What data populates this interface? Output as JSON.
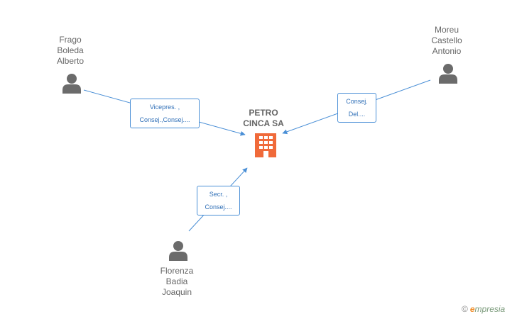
{
  "company": {
    "name_line1": "PETRO",
    "name_line2": "CINCA SA",
    "icon": "building-icon",
    "color": "#f06a3a"
  },
  "people": [
    {
      "id": "frago",
      "name_lines": [
        "Frago",
        "Boleda",
        "Alberto"
      ],
      "icon": "person-icon"
    },
    {
      "id": "moreu",
      "name_lines": [
        "Moreu",
        "Castello",
        "Antonio"
      ],
      "icon": "person-icon"
    },
    {
      "id": "florenza",
      "name_lines": [
        "Florenza",
        "Badia",
        "Joaquin"
      ],
      "icon": "person-icon"
    }
  ],
  "relations": [
    {
      "from": "frago",
      "role_lines": [
        "Vicepres. ,",
        "Consej.,Consej...."
      ]
    },
    {
      "from": "moreu",
      "role_lines": [
        "Consej.",
        "Del...."
      ]
    },
    {
      "from": "florenza",
      "role_lines": [
        "Secr. ,",
        "Consej...."
      ]
    }
  ],
  "colors": {
    "line": "#4a8fd6",
    "person": "#6b6b6b",
    "text": "#666666"
  },
  "watermark": {
    "copyright": "©",
    "logo_letter": "e",
    "brand": "mpresia"
  }
}
